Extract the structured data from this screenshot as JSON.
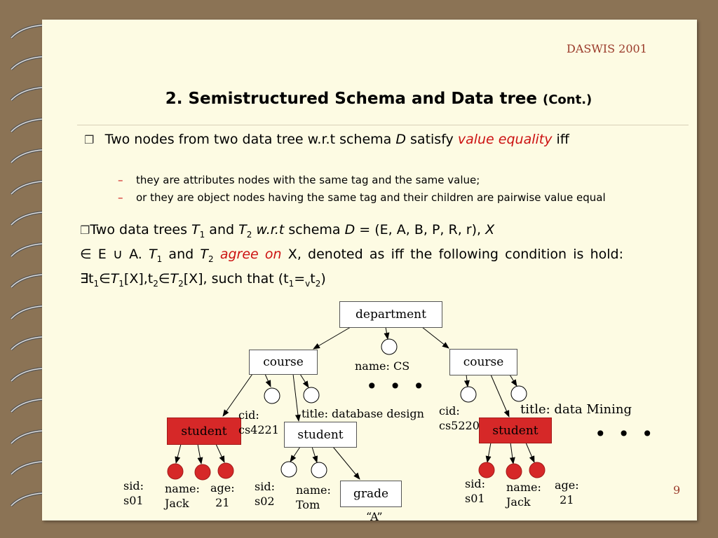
{
  "header": {
    "conference": "DASWIS 2001"
  },
  "title": {
    "main": "2. Semistructured Schema and Data tree",
    "cont": "(Cont.)"
  },
  "bullet1": {
    "text_a": "Two nodes from two data tree w.r.t schema ",
    "schema_var": "D",
    "text_b": " satisfy ",
    "term": "value equality",
    "text_c": " iff",
    "sub1": "they are attributes nodes with the same tag and the same value;",
    "sub2": "or they are object nodes having the same tag and their children are pairwise value equal"
  },
  "bullet2": {
    "p1": "Two data trees ",
    "t1": "T",
    "and": " and ",
    "t2": "T",
    "wrt": "w.r.t",
    "p2": " schema ",
    "D": "D",
    "p3": " = (E, A, B, P, R, r), ",
    "X": "X",
    "p4": " E ∪ A. ",
    "agree": "agree on",
    "p5": " X, denoted as  iff the following condition is hold:  ∃t",
    "p6": "[X],t",
    "p7": "[X], such that (t",
    "p8": "t",
    "p9": ")",
    "one": "1",
    "two": "2",
    "v": "v"
  },
  "tree": {
    "department": "department",
    "course_left": "course",
    "course_right": "course",
    "name_cs": "name: CS",
    "cid_left": "cid:\ncs4221",
    "title_left": "title: database design",
    "cid_right": "cid:\ncs5220",
    "title_right": "title: data Mining",
    "student_left": "student",
    "student_mid": "student",
    "student_right": "student",
    "grade": "grade",
    "grade_val": "“A”",
    "sid_s01_left": "sid:\ns01",
    "name_jack_left": "name:\nJack",
    "age_left": "age:\n21",
    "sid_s02": "sid:\ns02",
    "name_tom": "name:\nTom",
    "sid_s01_right": "sid:\ns01",
    "name_jack_right": "name:\nJack",
    "age_right": "age:\n21",
    "dots": "• • •"
  },
  "page": {
    "number": "9"
  },
  "colors": {
    "accent_red": "#cc1111",
    "node_red": "#d62828",
    "paper": "#fdfbe3",
    "frame": "#8b7355"
  }
}
